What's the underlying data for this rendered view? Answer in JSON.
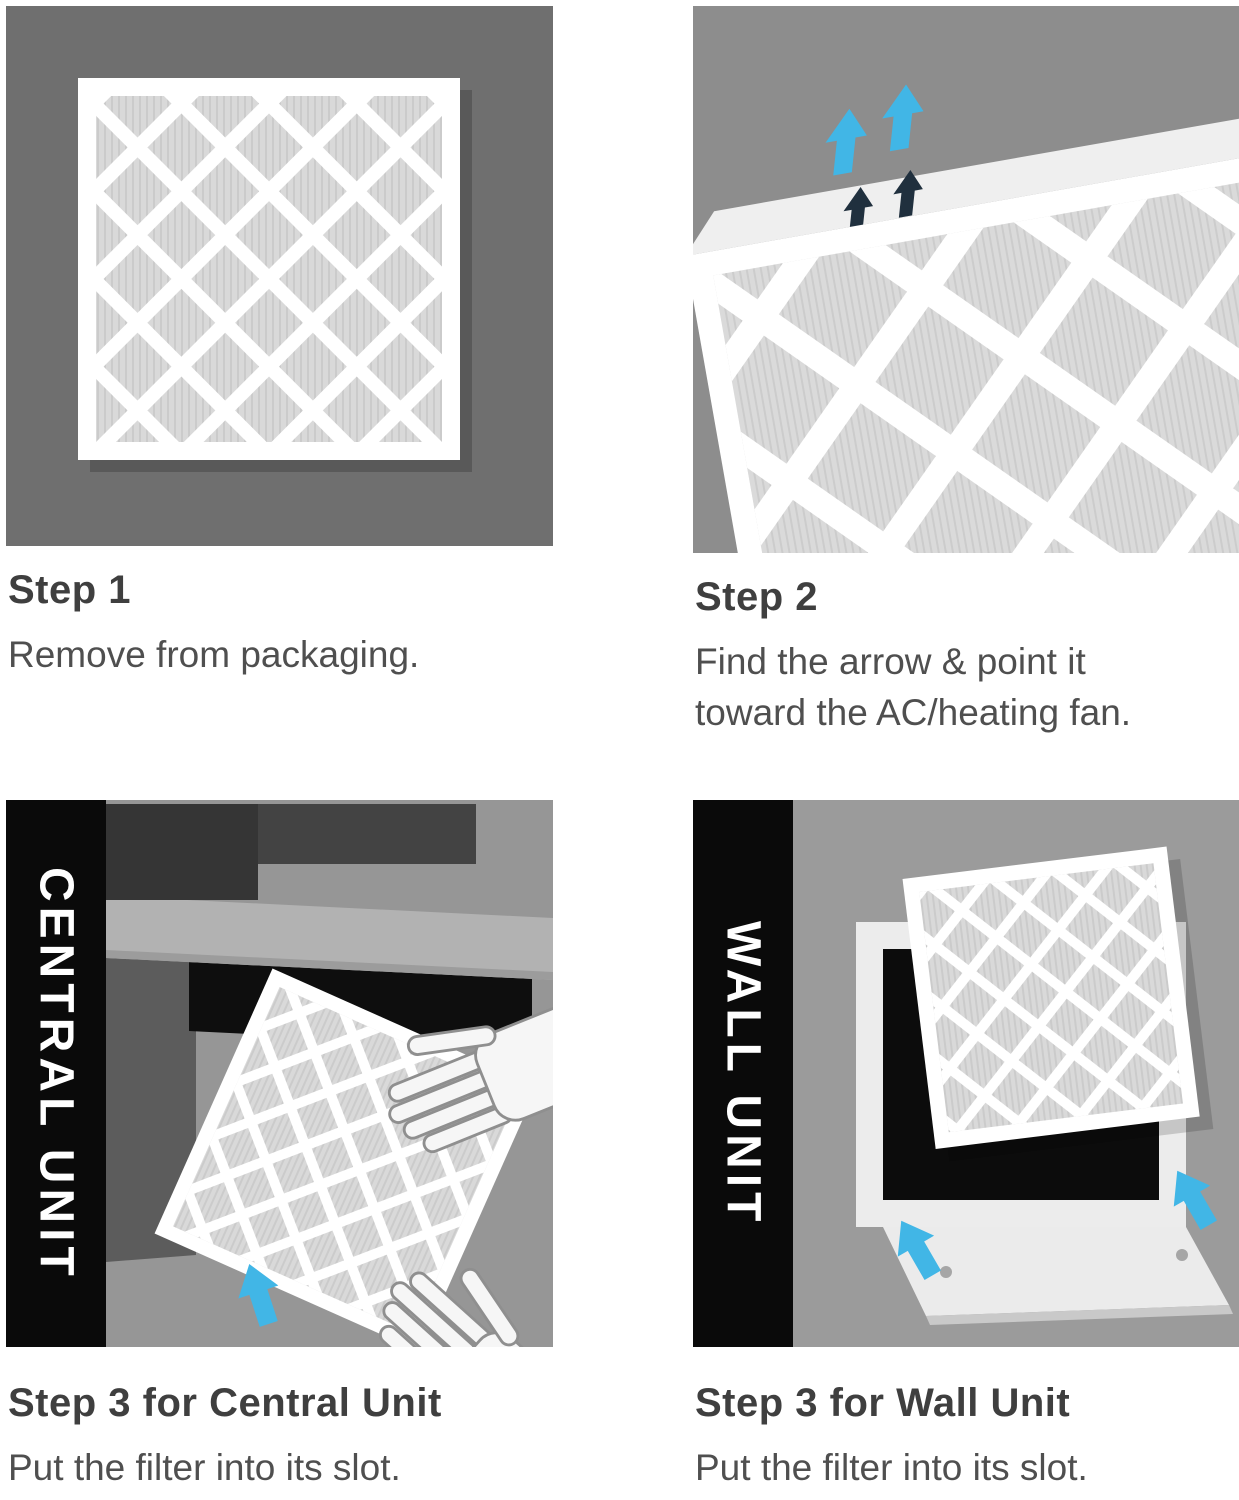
{
  "colors": {
    "heading": "#3f3f3f",
    "caption": "#4f4f4f",
    "label_bar": "#0a0a0a",
    "label_text": "#ffffff",
    "blue_arrow": "#41b6e6",
    "dark_arrow": "#20303e",
    "panel1_bg": "#6f6f6f",
    "panel2_bg": "#8d8d8d",
    "panel3_bg": "#969696",
    "panel4_bg": "#9b9b9b"
  },
  "steps": [
    {
      "title": "Step 1",
      "caption": "Remove from packaging."
    },
    {
      "title": "Step 2",
      "caption": "Find the arrow & point it\ntoward the AC/heating fan."
    },
    {
      "title": "Step 3 for Central Unit",
      "caption": "Put the filter into its slot.",
      "panel_label": "CENTRAL UNIT"
    },
    {
      "title": "Step 3 for Wall Unit",
      "caption": "Put the filter into its slot.",
      "panel_label": "WALL UNIT"
    }
  ],
  "icons": {
    "blue_arrow": "airflow-direction-arrow",
    "dark_arrow": "printed-airflow-arrow"
  }
}
